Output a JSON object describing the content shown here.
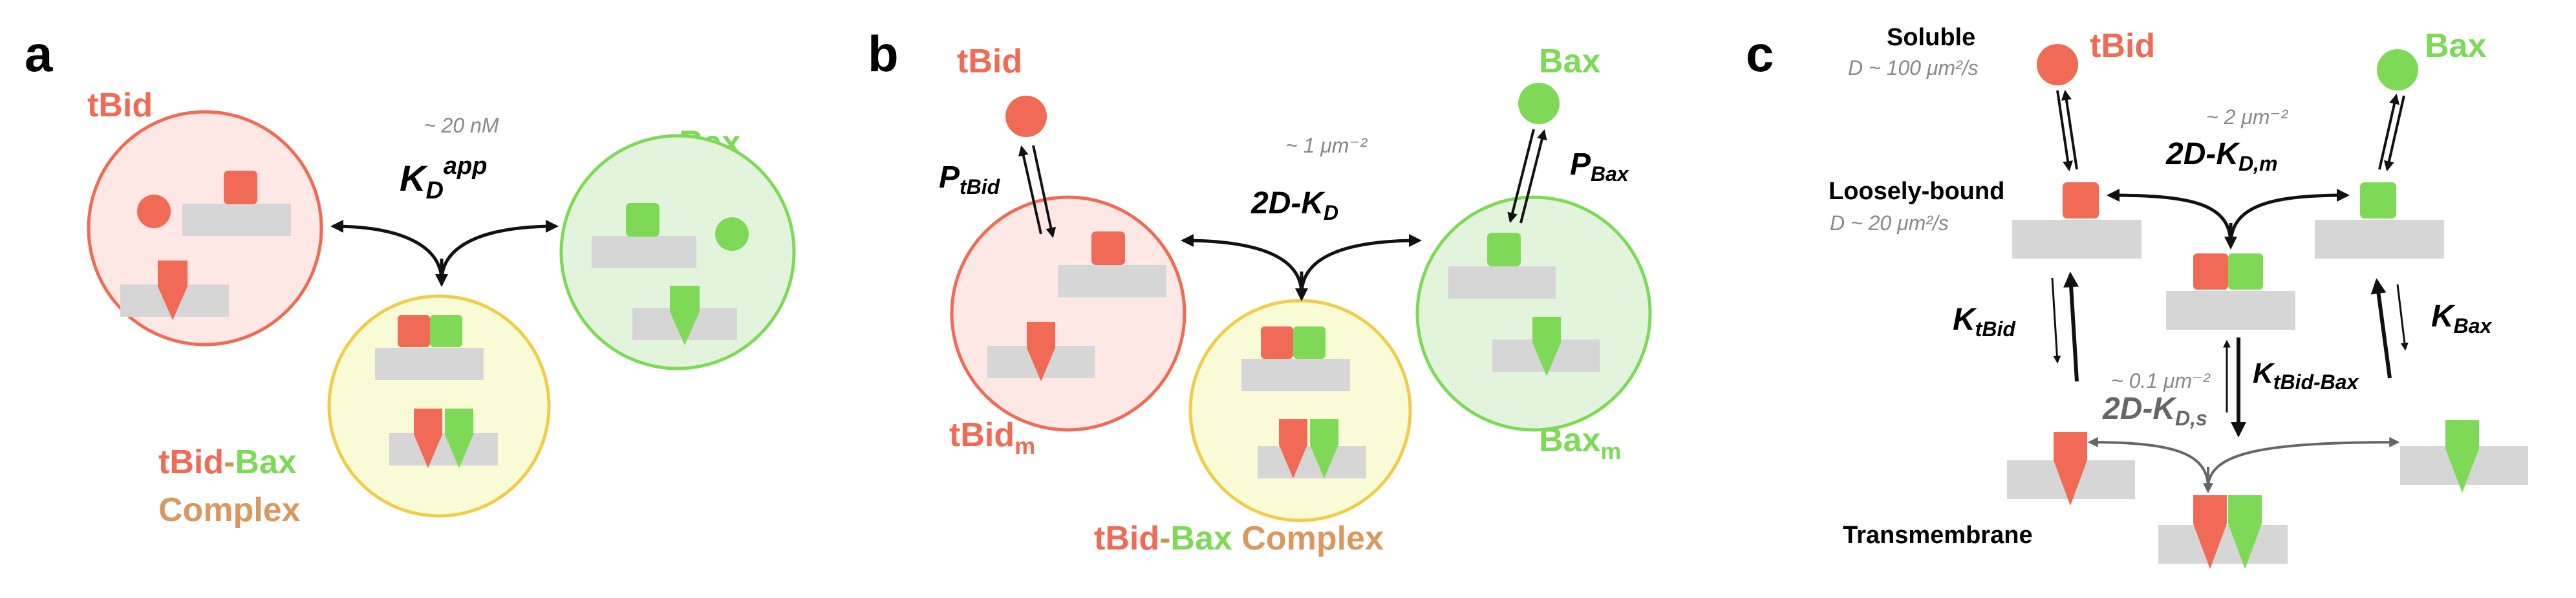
{
  "colors": {
    "tbid": "#f06a55",
    "tbid_light": "#fde8e6",
    "bax": "#7ed957",
    "bax_light": "#e3f4dc",
    "complex_fill": "#f8fbd6",
    "complex_stroke": "#f0cc4a",
    "membrane": "#d6d6d6",
    "note_gray": "#888888",
    "arrow": "#111111",
    "arrow_gray": "#666666"
  },
  "panel_a": {
    "letter": "a",
    "tbid_label": "tBid",
    "bax_label": "Bax",
    "kd_note": "~ 20 nM",
    "kd_main": "K",
    "kd_sub": "D",
    "kd_sup": "app",
    "complex_tbid": "tBid",
    "complex_dash": "-",
    "complex_bax": "Bax",
    "complex_word": "Complex"
  },
  "panel_b": {
    "letter": "b",
    "tbid_label": "tBid",
    "bax_label": "Bax",
    "p_tbid_main": "P",
    "p_tbid_sub": "tBid",
    "p_bax_main": "P",
    "p_bax_sub": "Bax",
    "kd_note": "~ 1 μm⁻²",
    "kd_label": "2D-K",
    "kd_sub": "D",
    "tbidm_main": "tBid",
    "tbidm_sub": "m",
    "baxm_main": "Bax",
    "baxm_sub": "m",
    "complex_tbid": "tBid",
    "complex_dash": "-",
    "complex_bax": "Bax",
    "complex_word": " Complex"
  },
  "panel_c": {
    "letter": "c",
    "soluble": "Soluble",
    "soluble_d": "D ~ 100 μm²/s",
    "tbid_label": "tBid",
    "bax_label": "Bax",
    "loose": "Loosely-bound",
    "loose_d": "D ~ 20 μm²/s",
    "kdm_note": "~ 2 μm⁻²",
    "kdm_label": "2D-K",
    "kdm_sub": "D,m",
    "k_tbid_main": "K",
    "k_tbid_sub": "tBid",
    "k_bax_main": "K",
    "k_bax_sub": "Bax",
    "k_tb_main": "K",
    "k_tb_sub": "tBid-Bax",
    "kds_note": "~ 0.1 μm⁻²",
    "kds_label": "2D-K",
    "kds_sub": "D,s",
    "transmembrane": "Transmembrane"
  }
}
